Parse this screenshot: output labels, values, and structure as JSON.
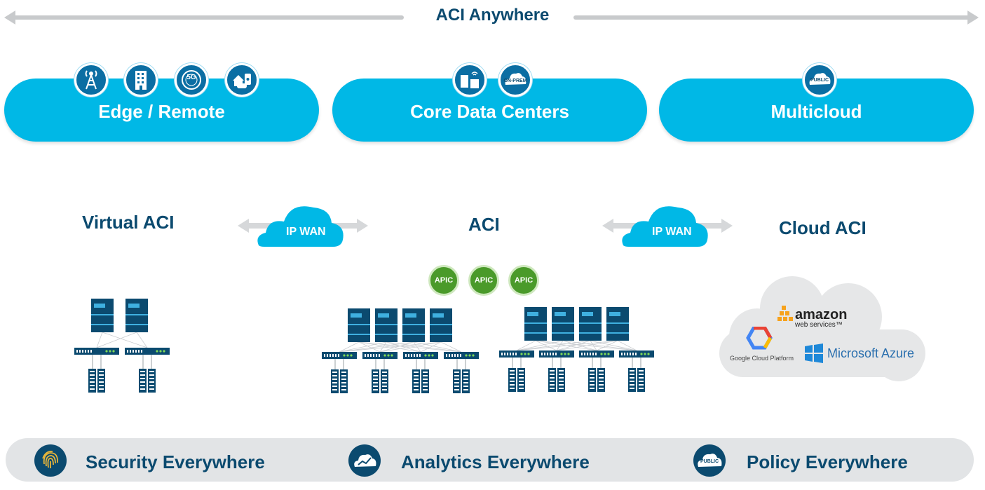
{
  "header": {
    "title": "ACI Anywhere"
  },
  "locations": [
    {
      "label": "Edge / Remote",
      "icons": [
        "cell-tower-icon",
        "building-icon",
        "5g-icon",
        "smart-home-icon"
      ],
      "badges": [
        "5G"
      ]
    },
    {
      "label": "Core Data Centers",
      "icons": [
        "data-center-icon",
        "on-prem-cloud-icon"
      ],
      "badges": [
        "ON-PREM"
      ]
    },
    {
      "label": "Multicloud",
      "icons": [
        "public-cloud-icon"
      ],
      "badges": [
        "PUBLIC"
      ]
    }
  ],
  "sites": {
    "virtual": {
      "label": "Virtual ACI"
    },
    "aci": {
      "label": "ACI",
      "controllers": [
        "APIC",
        "APIC",
        "APIC"
      ]
    },
    "cloud": {
      "label": "Cloud ACI"
    }
  },
  "wan_links": [
    {
      "label": "IP WAN"
    },
    {
      "label": "IP WAN"
    }
  ],
  "cloud_providers": {
    "amazon": {
      "name": "amazon",
      "sub": "web services™"
    },
    "google": {
      "name": "Google Cloud Platform"
    },
    "azure": {
      "name": "Microsoft Azure"
    }
  },
  "footer": {
    "items": [
      {
        "label": "Security Everywhere",
        "icon": "fingerprint-icon"
      },
      {
        "label": "Analytics Everywhere",
        "icon": "analytics-cloud-icon"
      },
      {
        "label": "Policy Everywhere",
        "icon": "public-cloud-icon",
        "badge": "PUBLIC"
      }
    ]
  },
  "colors": {
    "accent": "#00b8e6",
    "dark": "#0b4a6f",
    "apic": "#4a9a2a",
    "grey": "#e2e4e6"
  }
}
